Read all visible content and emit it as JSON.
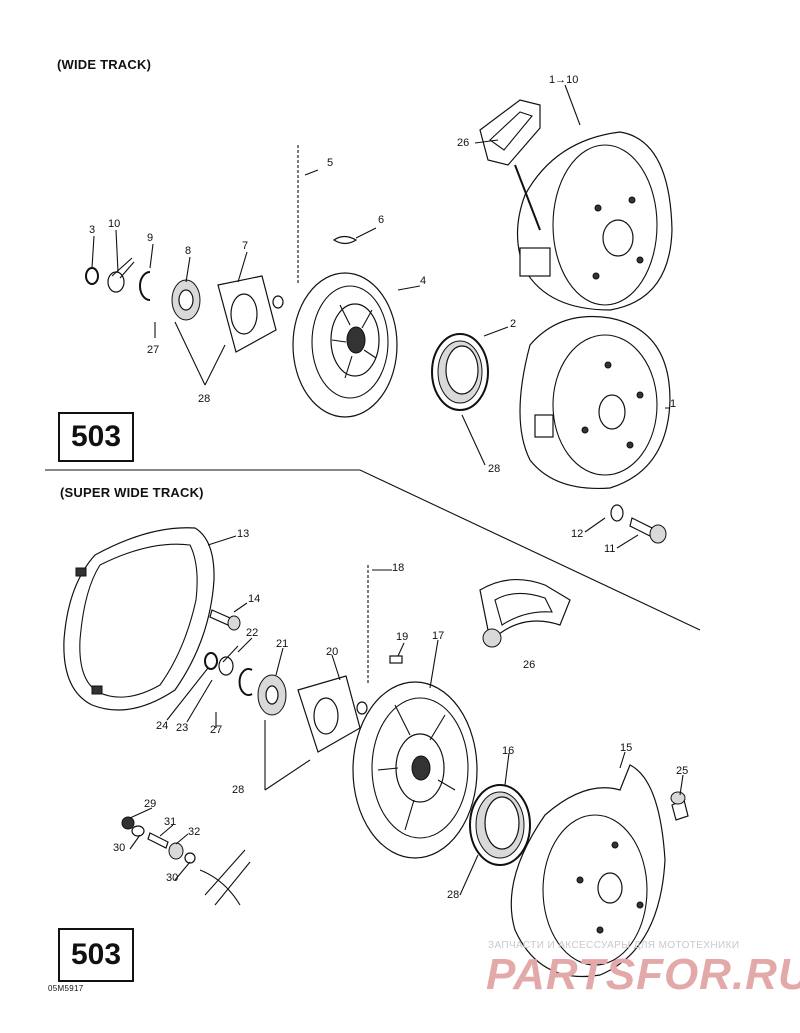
{
  "sections": {
    "wide_track": "(WIDE TRACK)",
    "super_wide_track": "(SUPER WIDE TRACK)"
  },
  "page_boxes": [
    "503",
    "503"
  ],
  "callouts": [
    "1→10",
    "26",
    "5",
    "6",
    "3",
    "10",
    "9",
    "8",
    "7",
    "4",
    "2",
    "27",
    "28",
    "1",
    "28",
    "13",
    "18",
    "14",
    "22",
    "21",
    "20",
    "19",
    "17",
    "26",
    "24",
    "23",
    "27",
    "16",
    "15",
    "25",
    "28",
    "29",
    "31",
    "32",
    "30",
    "30",
    "28",
    "12",
    "11"
  ],
  "diagram_code": "05M5917",
  "watermark": {
    "tagline": "ЗАПЧАСТИ И АКСЕССУАРЫ ДЛЯ МОТОТЕХНИКИ",
    "brand": "PARTSFOR.RU"
  }
}
